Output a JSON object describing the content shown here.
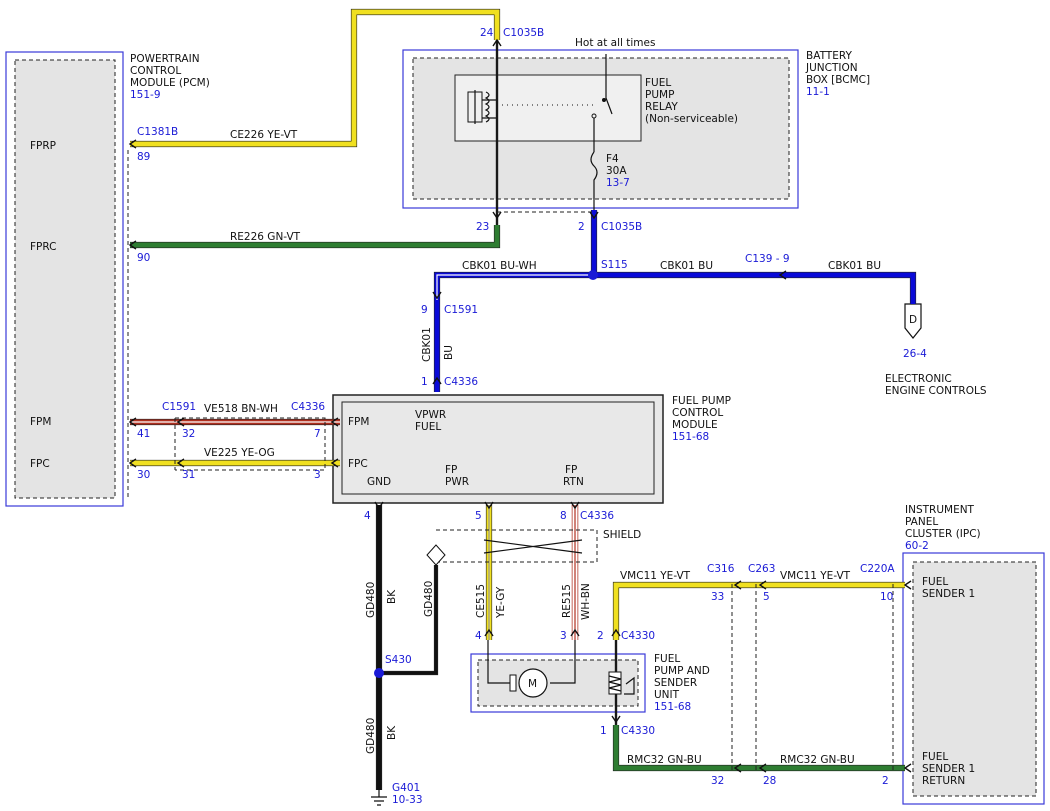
{
  "modules": {
    "pcm": {
      "name": [
        "POWERTRAIN",
        "CONTROL",
        "MODULE (PCM)"
      ],
      "ref": "151-9",
      "pins": [
        "FPRP",
        "FPRC",
        "FPM",
        "FPC"
      ]
    },
    "bjb": {
      "name": [
        "BATTERY",
        "JUNCTION",
        "BOX [BCMC]"
      ],
      "ref": "11-1",
      "hot": "Hot at all times"
    },
    "relay": {
      "name": [
        "FUEL",
        "PUMP",
        "RELAY",
        "(Non-serviceable)"
      ]
    },
    "fuse": {
      "id": "F4",
      "rating": "30A",
      "ref": "13-7"
    },
    "fpcm": {
      "name": [
        "FUEL PUMP",
        "CONTROL",
        "MODULE"
      ],
      "ref": "151-68",
      "vpwr": [
        "VPWR",
        "FUEL"
      ],
      "fpm": "FPM",
      "fpc": "FPC",
      "gnd": "GND",
      "fp_pwr": [
        "FP",
        "PWR"
      ],
      "fp_rtn": [
        "FP",
        "RTN"
      ]
    },
    "pump": {
      "name": [
        "FUEL",
        "PUMP AND",
        "SENDER",
        "UNIT"
      ],
      "ref": "151-68",
      "motor": "M"
    },
    "ipc": {
      "name": [
        "INSTRUMENT",
        "PANEL",
        "CLUSTER (IPC)"
      ],
      "ref": "60-2",
      "pin1": [
        "FUEL",
        "SENDER 1"
      ],
      "pin2": [
        "FUEL",
        "SENDER 1",
        "RETURN"
      ]
    },
    "eec": {
      "name": [
        "ELECTRONIC",
        "ENGINE CONTROLS"
      ],
      "ref": "26-4",
      "letter": "D"
    }
  },
  "connectors": {
    "c1035b_top": "C1035B",
    "c1035b_top_pin": "24",
    "c1035b_bot": "C1035B",
    "c1035b_bot_pin_a": "23",
    "c1035b_bot_pin_b": "2",
    "c1381b": "C1381B",
    "c1381b_pin": "89",
    "pcm_pin_90": "90",
    "c1591": "C1591",
    "c1591_pin": "9",
    "c4336_top": "C4336",
    "c4336_top_pin": "1",
    "c1591_mid": "C1591",
    "pcm_pin_41": "41",
    "pcm_pin_30": "30",
    "c1591_pin_32": "32",
    "c1591_pin_31": "31",
    "c4336_left": "C4336",
    "c4336_pin_7": "7",
    "c4336_pin_3": "3",
    "c4336_bot": "C4336",
    "c4336_pin_4": "4",
    "c4336_pin_5": "5",
    "c4336_pin_8": "8",
    "c4330_top": "C4330",
    "c4330_pin_4": "4",
    "c4330_pin_3": "3",
    "c4330_pin_2": "2",
    "c4330_bot": "C4330",
    "c4330_bot_pin": "1",
    "c316": "C316",
    "c316_pin": "33",
    "c263": "C263",
    "c263_pin": "5",
    "c220a": "C220A",
    "c220a_pin": "10",
    "c316_bot_pin": "32",
    "c263_bot_pin": "28",
    "c220a_bot_pin": "2",
    "s115": "S115",
    "s430": "S430",
    "c139": "C139 -  9",
    "g401": "G401",
    "g401_ref": "10-33"
  },
  "wires": {
    "ce226": "CE226  YE-VT",
    "re226": "RE226  GN-VT",
    "cbk01_buwh": "CBK01   BU-WH",
    "cbk01_bu_a": "CBK01     BU",
    "cbk01_bu_b": "CBK01     BU",
    "cbk01_vert_a": "CBK01",
    "cbk01_vert_b": "BU",
    "ve518": "VE518  BN-WH",
    "ve225": "VE225  YE-OG",
    "gd480_a": "GD480",
    "bk_a": "BK",
    "gd480_b": "GD480",
    "gd480_c": "GD480",
    "bk_c": "BK",
    "ce515": "CE515",
    "yegy": "YE-GY",
    "re515": "RE515",
    "whbn": "WH-BN",
    "vmc11_a": "VMC11   YE-VT",
    "vmc11_b": "VMC11   YE-VT",
    "rmc32_a": "RMC32   GN-BU",
    "rmc32_b": "RMC32   GN-BU",
    "shield": "SHIELD"
  },
  "colors": {
    "yellow": "#f0e020",
    "green": "#2e7d32",
    "blue": "#0a0ad8",
    "brown": "#b03020",
    "black": "#111111",
    "label_blue": "#1a1ad6"
  }
}
